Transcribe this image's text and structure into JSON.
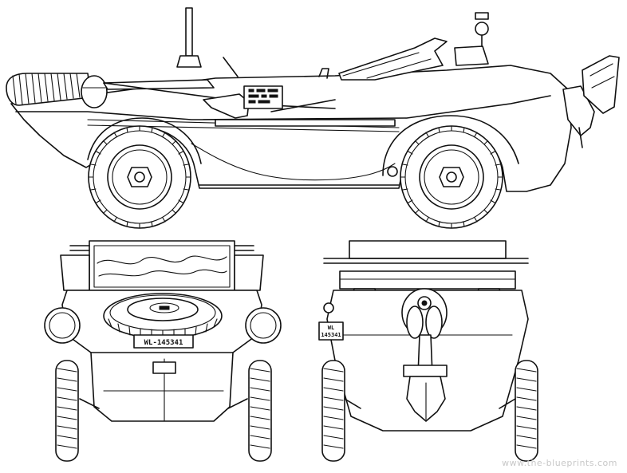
{
  "plates": {
    "front": "WL-145341",
    "rear_line1": "WL",
    "rear_line2": "145341"
  },
  "watermark": "www.the-blueprints.com",
  "colors": {
    "ink": "#111111",
    "paper": "#ffffff",
    "watermark": "#c8c8c8"
  }
}
